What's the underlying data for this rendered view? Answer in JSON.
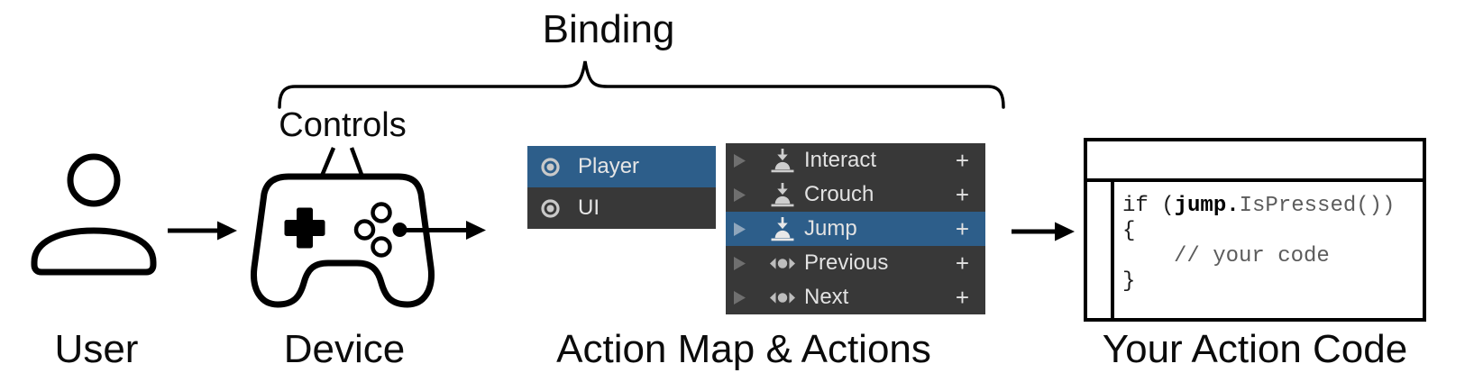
{
  "labels": {
    "binding": "Binding",
    "controls": "Controls",
    "user": "User",
    "device": "Device",
    "action_map": "Action Map & Actions",
    "action_code": "Your Action Code"
  },
  "action_maps": {
    "items": [
      {
        "label": "Player",
        "selected": true
      },
      {
        "label": "UI",
        "selected": false
      }
    ]
  },
  "actions": {
    "plus": "+",
    "items": [
      {
        "label": "Interact",
        "icon": "button-press-icon",
        "selected": false
      },
      {
        "label": "Crouch",
        "icon": "button-press-icon",
        "selected": false
      },
      {
        "label": "Jump",
        "icon": "button-press-icon",
        "selected": true
      },
      {
        "label": "Previous",
        "icon": "axis-1d-icon",
        "selected": false
      },
      {
        "label": "Next",
        "icon": "axis-1d-icon",
        "selected": false
      }
    ]
  },
  "code": {
    "line1_a": "if (",
    "line1_b": "jump.",
    "line1_c": "IsPressed())",
    "line2": "{",
    "line3": "// your code",
    "line4": "}"
  },
  "colors": {
    "selection_blue": "#2D5E8A",
    "panel_dark": "#383838",
    "icon_gray": "#C9C9C9",
    "line_black": "#000000"
  }
}
